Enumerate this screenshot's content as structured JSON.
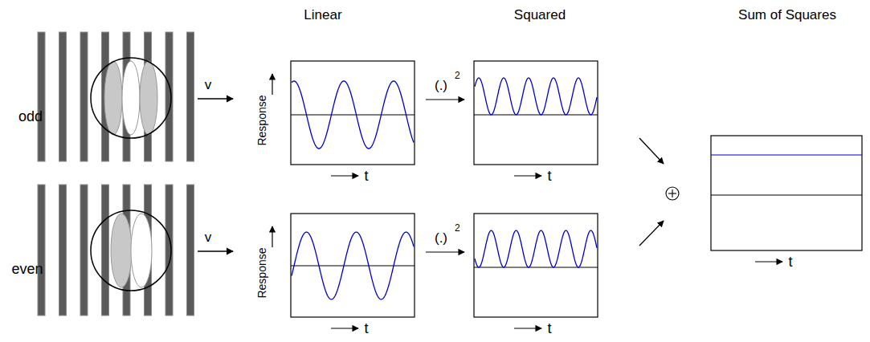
{
  "diagram": {
    "labels": [
      "Linear",
      "Squared",
      "Sum of Squares",
      "odd",
      "even",
      "v",
      "v",
      "Response",
      "Response",
      "t",
      "t",
      "t",
      "t",
      "t",
      "(.)",
      "2",
      "(.)",
      "2"
    ]
  }
}
